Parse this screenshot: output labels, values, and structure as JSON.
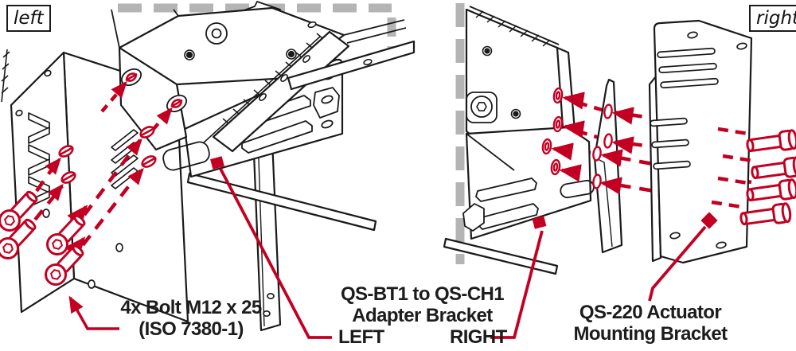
{
  "colors": {
    "background": "#ffffff",
    "line_black": "#1a1a1a",
    "accent_red": "#c30022",
    "cutaway_dash_gray": "#b4b4b4"
  },
  "view_tags": {
    "left": "left",
    "right": "right"
  },
  "callouts": {
    "bolt": {
      "line1": "4x Bolt M12 x 25",
      "line2": "(ISO 7380-1)"
    },
    "adapter": {
      "line1": "QS-BT1 to QS-CH1",
      "line2": "Adapter Bracket",
      "left_variant": "LEFT",
      "right_variant": "RIGHT"
    },
    "actuator": {
      "line1": "QS-220 Actuator",
      "line2": "Mounting Bracket"
    }
  },
  "hardware": {
    "bolts_shown_left_view": 4,
    "bolts_shown_right_view": 4
  }
}
